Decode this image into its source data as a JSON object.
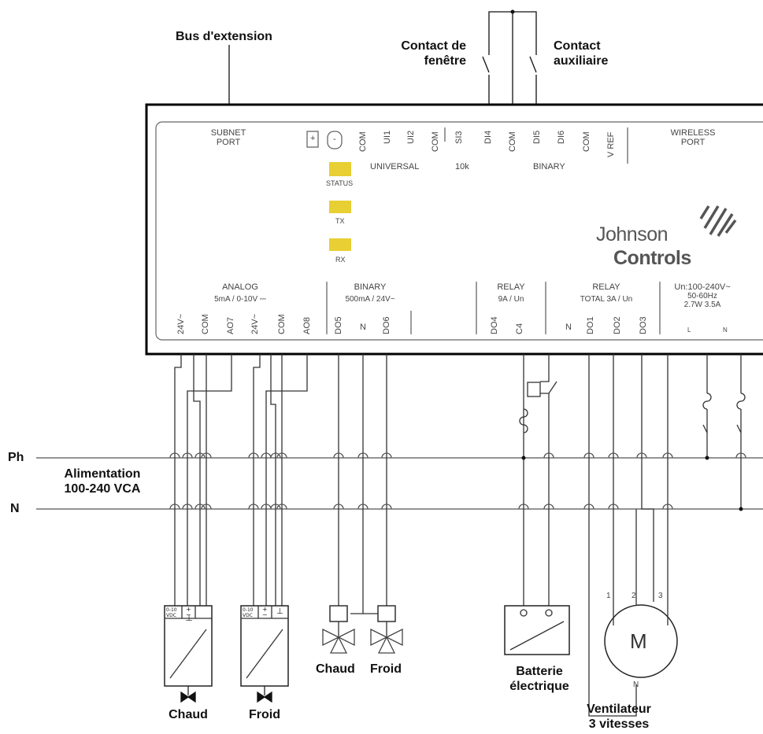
{
  "labels": {
    "bus": "Bus d'extension",
    "contact_window": [
      "Contact de",
      "fenêtre"
    ],
    "contact_aux": [
      "Contact",
      "auxiliaire"
    ],
    "ph": "Ph",
    "n": "N",
    "power": [
      "Alimentation",
      "100-240 VCA"
    ],
    "heat": "Chaud",
    "cool": "Froid",
    "heat_valve": "Chaud",
    "cool_valve": "Froid",
    "battery": [
      "Batterie",
      "électrique"
    ],
    "fan": [
      "Ventilateur",
      "3 vitesses"
    ],
    "motor": "M",
    "motor_n": "N",
    "motor_terms": [
      "1",
      "2",
      "3"
    ]
  },
  "controller": {
    "subnet_port": [
      "SUBNET",
      "PORT"
    ],
    "wireless_port": [
      "WIRELESS",
      "PORT"
    ],
    "plus": "+",
    "minus": "-",
    "top_terminals": [
      "COM",
      "UI1",
      "UI2",
      "COM",
      "SI3",
      "DI4",
      "COM",
      "DI5",
      "DI6",
      "COM",
      "V REF"
    ],
    "universal": "UNIVERSAL",
    "tenk": "10k",
    "binary_top": "BINARY",
    "led_status": "STATUS",
    "led_tx": "TX",
    "led_rx": "RX",
    "brand_line1": "Johnson",
    "brand_line2": "Controls",
    "analog": "ANALOG",
    "analog_spec": "5mA / 0-10V ⎓",
    "binary_bottom": "BINARY",
    "binary_spec": "500mA / 24V~",
    "relay1": "RELAY",
    "relay1_spec": "9A / Un",
    "relay2": "RELAY",
    "relay2_spec": "TOTAL 3A / Un",
    "power_spec": [
      "Un:100-240V~",
      "50-60Hz",
      "2.7W   3.5A"
    ],
    "bottom_terminals": [
      "24V~",
      "COM",
      "AO7",
      "24V~",
      "COM",
      "AO8",
      "DO5",
      "N",
      "DO6",
      "DO4",
      "C4",
      "N",
      "DO1",
      "DO2",
      "DO3"
    ],
    "power_terms": [
      "L",
      "N"
    ]
  },
  "actuator": {
    "vdc": [
      "0-10",
      "VDC"
    ],
    "plus_ac": [
      "+",
      "~"
    ]
  }
}
